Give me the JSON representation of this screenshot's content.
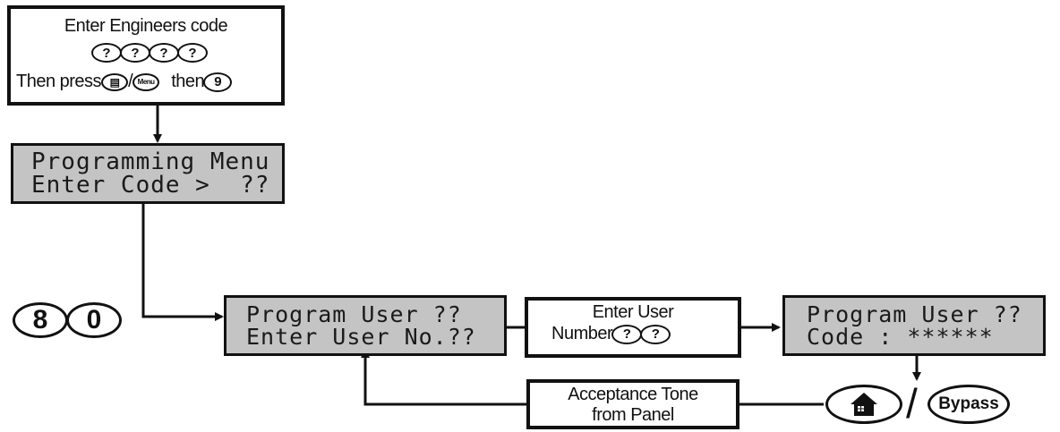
{
  "engineer_box": {
    "line1": "Enter Engineers code",
    "code_keys": [
      "?",
      "?",
      "?",
      "?"
    ],
    "line3_prefix": "Then press",
    "menu_key": "Menu",
    "then_label": "then",
    "nine_key": "9"
  },
  "lcd_programming_menu": {
    "line1": "Programming Menu",
    "line2": "Enter Code >  ??"
  },
  "entry_keys": [
    "8",
    "0"
  ],
  "lcd_program_user": {
    "line1": "Program User ??",
    "line2": "Enter User No.??"
  },
  "enter_user_box": {
    "line1": "Enter User",
    "line2_prefix": "Number",
    "keys": [
      "?",
      "?"
    ]
  },
  "lcd_program_code": {
    "line1": "Program User ??",
    "line2": "Code : ******"
  },
  "acceptance_box": {
    "line1": "Acceptance Tone",
    "line2": "from Panel"
  },
  "confirm_keys": {
    "home_icon": "house-icon",
    "separator": "/",
    "bypass_label": "Bypass"
  }
}
